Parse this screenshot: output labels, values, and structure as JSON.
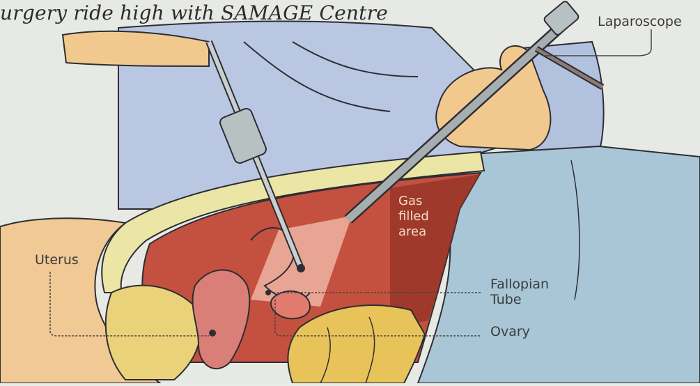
{
  "headline": "urgery ride high with SAMAGE Centre",
  "labels": {
    "laparoscope": "Laparoscope",
    "uterus": "Uterus",
    "gas_line1": "Gas",
    "gas_line2": "filled",
    "gas_line3": "area",
    "fallopian_line1": "Fallopian",
    "fallopian_line2": "Tube",
    "ovary": "Ovary"
  },
  "colors": {
    "paper": "#e9ebe8",
    "gown_blue": "#b7c6e3",
    "drape_blue": "#a9c7d6",
    "skin": "#f1c98f",
    "cavity_red": "#c44a3a",
    "cavity_dark": "#8e2c22",
    "light_beam": "#f2b7a8",
    "instrument_gray": "#9aa3a6",
    "abdominal_wall": "#e8e3a6"
  }
}
